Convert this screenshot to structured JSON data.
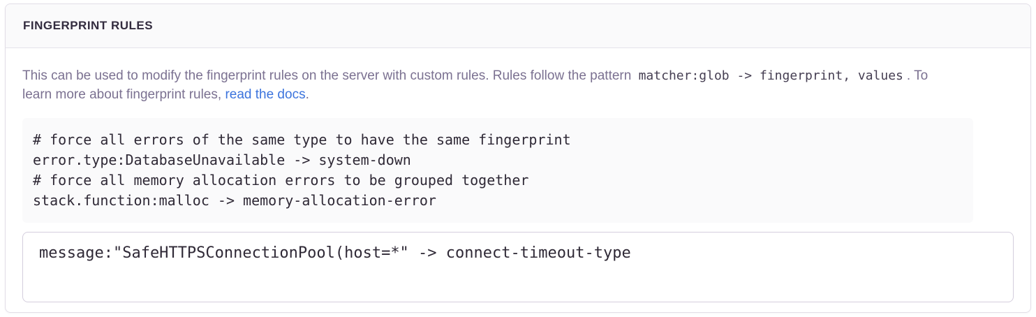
{
  "colors": {
    "panel_border": "#e2dee7",
    "header_background": "#fafafb",
    "header_text": "#332c3f",
    "description_text": "#7b7191",
    "inline_code_text": "#453e52",
    "code_block_background": "#fafafb",
    "code_text": "#2f2936",
    "link": "#3c74dd",
    "textarea_border": "#d4cedd"
  },
  "panel": {
    "title": "FINGERPRINT RULES",
    "description": {
      "part1": "This can be used to modify the fingerprint rules on the server with custom rules. Rules follow the pattern",
      "pattern_code": "matcher:glob -> fingerprint, values",
      "part2": ". To",
      "part3": "learn more about fingerprint rules, ",
      "link_text": "read the docs",
      "part4": "."
    },
    "example_lines": [
      "# force all errors of the same type to have the same fingerprint",
      "error.type:DatabaseUnavailable -> system-down",
      "# force all memory allocation errors to be grouped together",
      "stack.function:malloc -> memory-allocation-error"
    ],
    "rules_input": {
      "value": "message:\"SafeHTTPSConnectionPool(host=*\" -> connect-timeout-type"
    }
  }
}
